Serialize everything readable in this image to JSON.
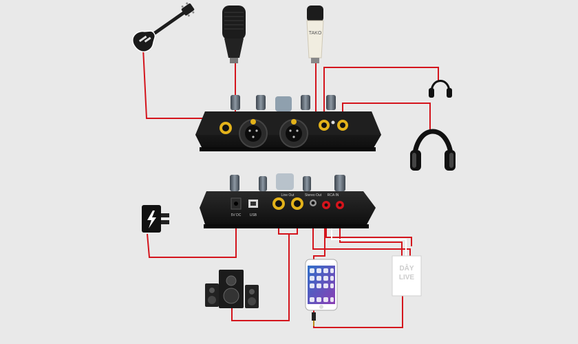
{
  "colors": {
    "background": "#e9e9e9",
    "cable": "#d4141c",
    "device_body": "#161616",
    "knob": "#5c6672",
    "jack_ring": "#e3b21a"
  },
  "icons": [
    "electric-guitar-icon",
    "dynamic-microphone-icon",
    "condenser-microphone-icon",
    "earbud-headphones-icon",
    "over-ear-headphones-icon",
    "power-adapter-icon",
    "lightning-bolt-icon",
    "speaker-system-icon",
    "smartphone-icon",
    "audio-jack-icon",
    "streaming-device-icon"
  ],
  "microphone_brand": "TAKO",
  "rear_panel": {
    "dc_label": "5V DC",
    "usb_label": "USB",
    "line_out_label": "Line Out",
    "stereo_out_label": "Stereo Out",
    "rca_in_label": "RCA IN"
  },
  "streaming_device": {
    "line1": "DÂY",
    "line2": "LIVE"
  }
}
